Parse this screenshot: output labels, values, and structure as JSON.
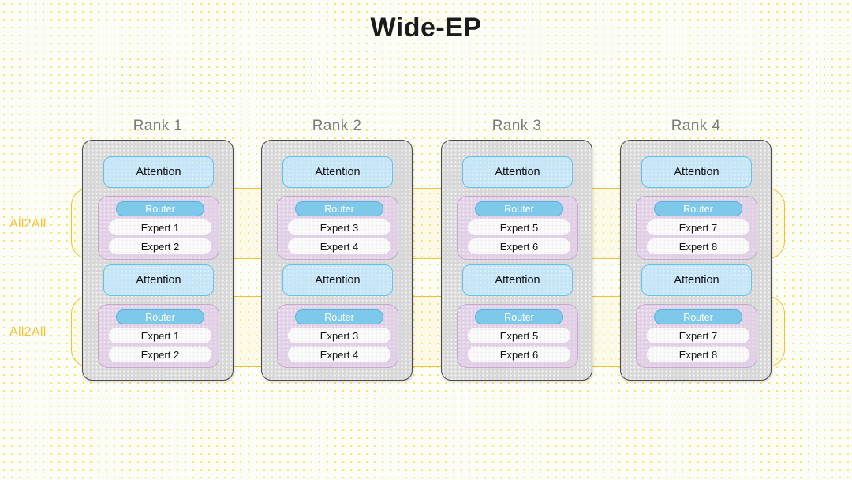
{
  "title": "Wide-EP",
  "colors": {
    "background": "#fdfdf8",
    "dot": "#f5e96a",
    "card_fill": "#d7d7d7",
    "card_border": "#4a4a4a",
    "attention_fill": "#c6e6f8",
    "attention_border": "#62c2ef",
    "router_fill": "#7ec8ea",
    "router_text": "#ffffff",
    "moe_fill": "#e1cfe6",
    "moe_border": "#c7a9cf",
    "expert_fill": "#fbfbfb",
    "all2all_border": "#e8c538",
    "all2all_label": "#f2c43c",
    "rank_title": "#7b7b7b"
  },
  "all2all": {
    "layer1_label": "All2All",
    "layer2_label": "All2All"
  },
  "ranks": [
    {
      "title": "Rank 1",
      "layers": [
        {
          "attention_label": "Attention",
          "router_label": "Router",
          "experts": [
            "Expert 1",
            "Expert 2"
          ]
        },
        {
          "attention_label": "Attention",
          "router_label": "Router",
          "experts": [
            "Expert 1",
            "Expert 2"
          ]
        }
      ]
    },
    {
      "title": "Rank 2",
      "layers": [
        {
          "attention_label": "Attention",
          "router_label": "Router",
          "experts": [
            "Expert 3",
            "Expert 4"
          ]
        },
        {
          "attention_label": "Attention",
          "router_label": "Router",
          "experts": [
            "Expert 3",
            "Expert 4"
          ]
        }
      ]
    },
    {
      "title": "Rank 3",
      "layers": [
        {
          "attention_label": "Attention",
          "router_label": "Router",
          "experts": [
            "Expert 5",
            "Expert 6"
          ]
        },
        {
          "attention_label": "Attention",
          "router_label": "Router",
          "experts": [
            "Expert 5",
            "Expert 6"
          ]
        }
      ]
    },
    {
      "title": "Rank 4",
      "layers": [
        {
          "attention_label": "Attention",
          "router_label": "Router",
          "experts": [
            "Expert 7",
            "Expert 8"
          ]
        },
        {
          "attention_label": "Attention",
          "router_label": "Router",
          "experts": [
            "Expert 7",
            "Expert 8"
          ]
        }
      ]
    }
  ]
}
